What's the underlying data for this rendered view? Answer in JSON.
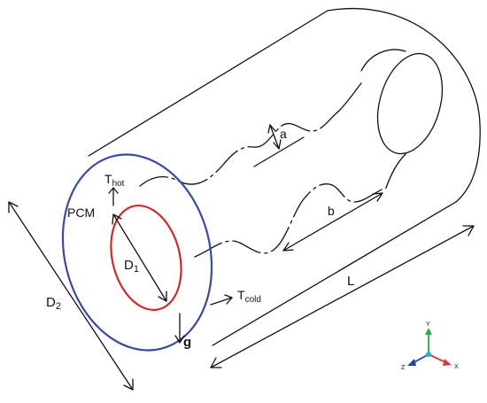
{
  "labels": {
    "pcm": "PCM",
    "t_hot_main": "T",
    "t_hot_sub": "hot",
    "t_cold_main": "T",
    "t_cold_sub": "cold",
    "d1_main": "D",
    "d1_sub": "1",
    "d2_main": "D",
    "d2_sub": "2",
    "a": "a",
    "b": "b",
    "L": "L",
    "g": "g"
  },
  "axes": {
    "y_label": "Y",
    "x_label": "X",
    "z_label": "Z"
  },
  "colors": {
    "outer_ring": "#3a4a9c",
    "inner_ring": "#cc2b2b",
    "line": "#111111",
    "axis_y": "#2fa84f",
    "axis_x": "#d63a3a",
    "axis_z": "#2a3fb0",
    "axis_origin": "#22b5c8"
  }
}
